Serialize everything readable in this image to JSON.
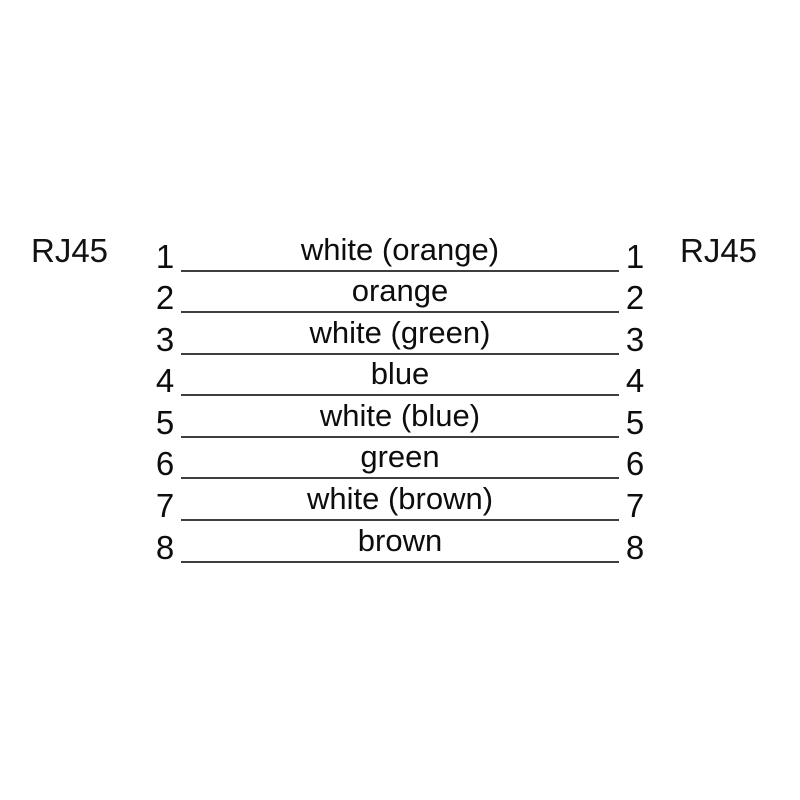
{
  "diagram": {
    "title_left": "RJ45",
    "title_right": "RJ45",
    "line_color": "#3f3f3f",
    "text_color": "#0d0d0d",
    "background_color": "#ffffff",
    "pins": [
      {
        "number_left": "1",
        "number_right": "1",
        "wire": "white (orange)"
      },
      {
        "number_left": "2",
        "number_right": "2",
        "wire": "orange"
      },
      {
        "number_left": "3",
        "number_right": "3",
        "wire": "white (green)"
      },
      {
        "number_left": "4",
        "number_right": "4",
        "wire": "blue"
      },
      {
        "number_left": "5",
        "number_right": "5",
        "wire": "white (blue)"
      },
      {
        "number_left": "6",
        "number_right": "6",
        "wire": "green"
      },
      {
        "number_left": "7",
        "number_right": "7",
        "wire": "white (brown)"
      },
      {
        "number_left": "8",
        "number_right": "8",
        "wire": "brown"
      }
    ]
  }
}
